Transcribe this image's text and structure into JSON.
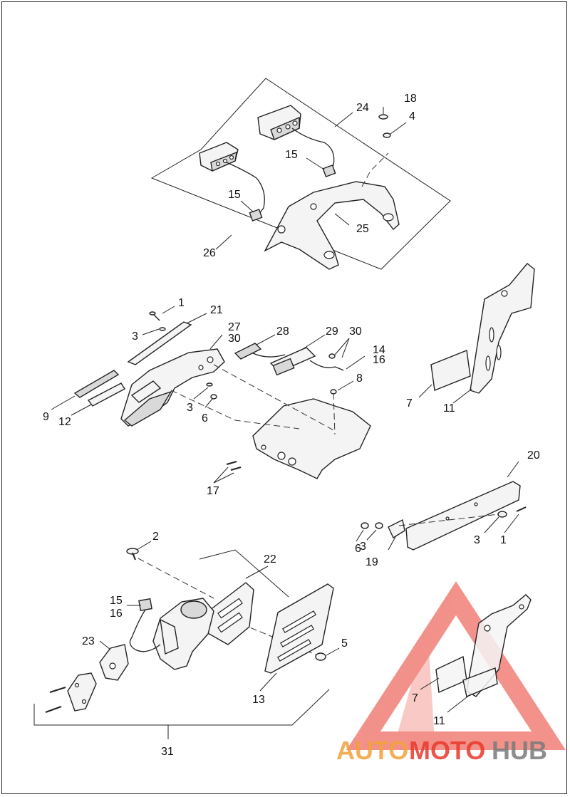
{
  "callouts": {
    "c18": "18",
    "c4a": "4",
    "c24": "24",
    "c15a": "15",
    "c15b": "15",
    "c25": "25",
    "c26": "26",
    "c1a": "1",
    "c21": "21",
    "c27": "27",
    "c30a": "30",
    "c28": "28",
    "c29": "29",
    "c30b": "30",
    "c14a": "14",
    "c16a": "16",
    "c3a": "3",
    "c8": "8",
    "c9": "9",
    "c12": "12",
    "c3b": "3",
    "c6a": "6",
    "c7a": "7",
    "c11a": "11",
    "c17": "17",
    "c20": "20",
    "c6b": "6",
    "c3c": "3",
    "c3d": "3",
    "c1b": "1",
    "c19": "19",
    "c2": "2",
    "c22": "22",
    "c15c": "15",
    "c16b": "16",
    "c23": "23",
    "c5": "5",
    "c13": "13",
    "c7b": "7",
    "c11b": "11",
    "c31": "31"
  },
  "watermark": {
    "auto": "AUTO",
    "moto": "MOTO",
    "hub": "HUB"
  },
  "colors": {
    "watermark_red": "#e8392c",
    "watermark_orange": "#f2a23a",
    "watermark_gray": "#7a7a7a",
    "line": "#222222"
  }
}
